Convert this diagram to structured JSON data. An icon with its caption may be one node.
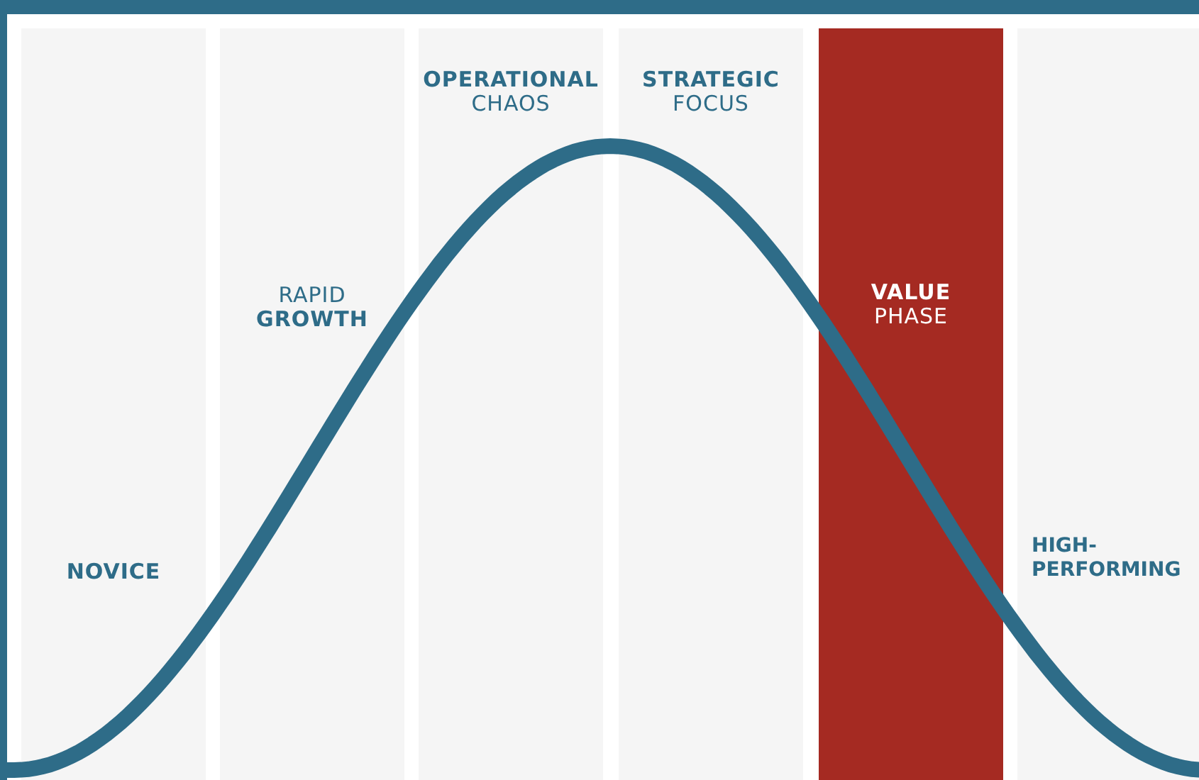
{
  "diagram": {
    "nodes": [
      {
        "text": [
          "NOVICE"
        ]
      },
      {
        "text": [
          "RAPID",
          "GROWTH"
        ]
      },
      {
        "text": [
          "OPERATIONAL",
          "CHAOS"
        ]
      },
      {
        "text": [
          "STRATEGIC",
          "FOCUS"
        ]
      },
      {
        "text": [
          "VALUE",
          "PHASE"
        ]
      },
      {
        "text": [
          "HIGH-PERFORMING"
        ]
      }
    ]
  }
}
